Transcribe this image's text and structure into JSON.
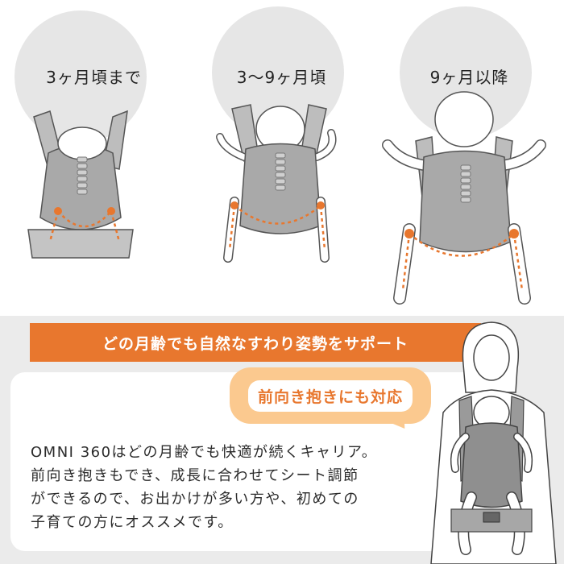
{
  "stages": [
    {
      "label": "3ヶ月頃まで"
    },
    {
      "label": "3～9ヶ月頃"
    },
    {
      "label": "9ヶ月以降"
    }
  ],
  "banner": {
    "text": "どの月齢でも自然なすわり姿勢をサポート"
  },
  "bubble": {
    "text": "前向き抱きにも対応"
  },
  "description": {
    "lines": [
      "OMNI 360はどの月齢でも快適が続くキャリア。",
      "前向き抱きもでき、成長に合わせてシート調節",
      "ができるので、お出かけが多い方や、初めての",
      "子育ての方にオススメです。"
    ]
  },
  "colors": {
    "accent": "#e8772e",
    "bubble": "#fbc98f",
    "circle": "#e6e6e6",
    "panel_bg": "#ebebeb"
  }
}
